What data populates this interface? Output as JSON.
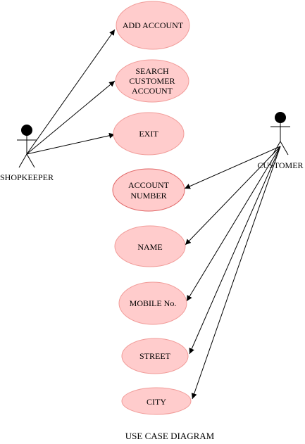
{
  "diagram": {
    "caption": "USE CASE DIAGRAM",
    "actors": {
      "shopkeeper": "SHOPKEEPER",
      "customer": "CUSTOMER"
    },
    "use_cases": {
      "add_account": [
        "ADD ACCOUNT"
      ],
      "search_customer_account": [
        "SEARCH",
        "CUSTOMER",
        "ACCOUNT"
      ],
      "exit": [
        "EXIT"
      ],
      "account_number": [
        "ACCOUNT",
        "NUMBER"
      ],
      "name": [
        "NAME"
      ],
      "mobile_no": [
        "MOBILE No."
      ],
      "street": [
        "STREET"
      ],
      "city": [
        "CITY"
      ]
    },
    "colors": {
      "usecase_fill": "#ffcccc",
      "usecase_stroke": "#f19c99",
      "line": "#000000"
    }
  }
}
